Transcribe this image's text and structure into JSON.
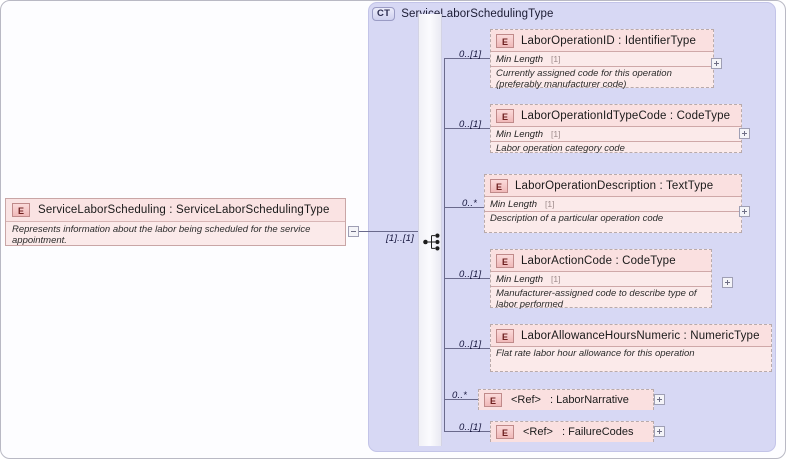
{
  "diagram": {
    "kind": "xsd-element-tree",
    "complex_type": {
      "badge": "CT",
      "name": "ServiceLaborSchedulingType"
    },
    "root_element": {
      "badge": "E",
      "title": "ServiceLaborScheduling : ServiceLaborSchedulingType",
      "description": "Represents information about the labor being scheduled for the service appointment.",
      "collapse_icon": "minus-toggle"
    },
    "compositor": {
      "icon": "sequence-icon",
      "cardinality": "[1]..[1]"
    },
    "children": [
      {
        "badge": "E",
        "title": "LaborOperationID : IdentifierType",
        "cardinality": "0..[1]",
        "facet": {
          "name": "Min Length",
          "value": "[1]"
        },
        "description": "Currently assigned code for this operation (preferably manufacturer code)",
        "expand_icon": "plus-toggle"
      },
      {
        "badge": "E",
        "title": "LaborOperationIdTypeCode : CodeType",
        "cardinality": "0..[1]",
        "facet": {
          "name": "Min Length",
          "value": "[1]"
        },
        "description": "Labor operation category code",
        "expand_icon": "plus-toggle"
      },
      {
        "badge": "E",
        "title": "LaborOperationDescription : TextType",
        "cardinality": "0..*",
        "facet": {
          "name": "Min Length",
          "value": "[1]"
        },
        "description": "Description of a particular operation code",
        "expand_icon": "plus-toggle"
      },
      {
        "badge": "E",
        "title": "LaborActionCode : CodeType",
        "cardinality": "0..[1]",
        "facet": {
          "name": "Min Length",
          "value": "[1]"
        },
        "description": "Manufacturer-assigned code to describe type of labor performed",
        "expand_icon": "plus-toggle"
      },
      {
        "badge": "E",
        "title": "LaborAllowanceHoursNumeric : NumericType",
        "cardinality": "0..[1]",
        "facet": null,
        "description": "Flat rate labor hour allowance for this operation",
        "expand_icon": "plus-toggle"
      }
    ],
    "references": [
      {
        "badge": "E",
        "name": "<Ref>",
        "type": ": LaborNarrative",
        "cardinality": "0..*",
        "expand_icon": "plus-toggle"
      },
      {
        "badge": "E",
        "name": "<Ref>",
        "type": ": FailureCodes",
        "cardinality": "0..[1]",
        "expand_icon": "plus-toggle"
      }
    ]
  },
  "colors": {
    "element_fill": "#fbeaea",
    "element_border": "#c9a6a6",
    "complextype_fill": "#d7d8f4",
    "connector": "#6a6a8c",
    "badge_text": "#6e2020"
  }
}
